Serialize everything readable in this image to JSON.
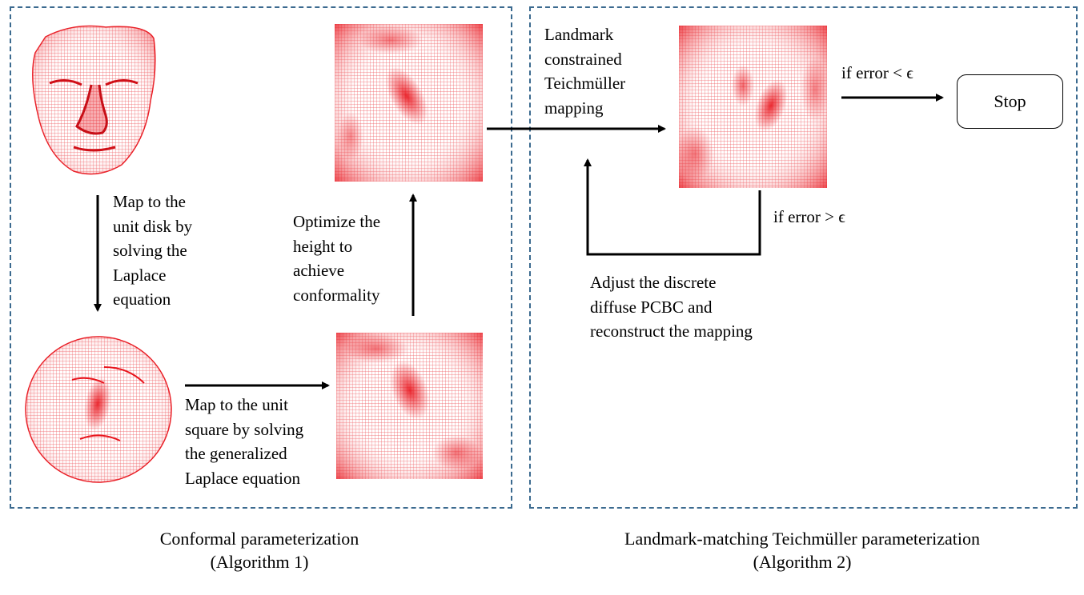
{
  "panels": {
    "left_caption": "Conformal parameterization\n(Algorithm 1)",
    "right_caption": "Landmark-matching Teichmüller parameterization\n(Algorithm 2)"
  },
  "steps": {
    "map_to_disk": "Map to the\nunit disk by\nsolving the\nLaplace\nequation",
    "map_to_square": "Map to the unit\nsquare by solving\nthe generalized\nLaplace equation",
    "optimize_height": "Optimize the\nheight to\nachieve\nconformality",
    "teichmuller": "Landmark\nconstrained\nTeichmüller\nmapping",
    "adjust": "Adjust the discrete\ndiffuse PCBC and\nreconstruct the mapping"
  },
  "conditions": {
    "error_less": "if error < ϵ",
    "error_greater": "if error > ϵ"
  },
  "stop_label": "Stop",
  "colors": {
    "mesh": "#e8141c",
    "panel_border": "#3b6a8f",
    "arrow": "#000000"
  },
  "icons": [
    "face-mesh-image",
    "disk-mesh-image",
    "square-mesh-image",
    "optimized-mesh-image",
    "teichmuller-mesh-image"
  ]
}
